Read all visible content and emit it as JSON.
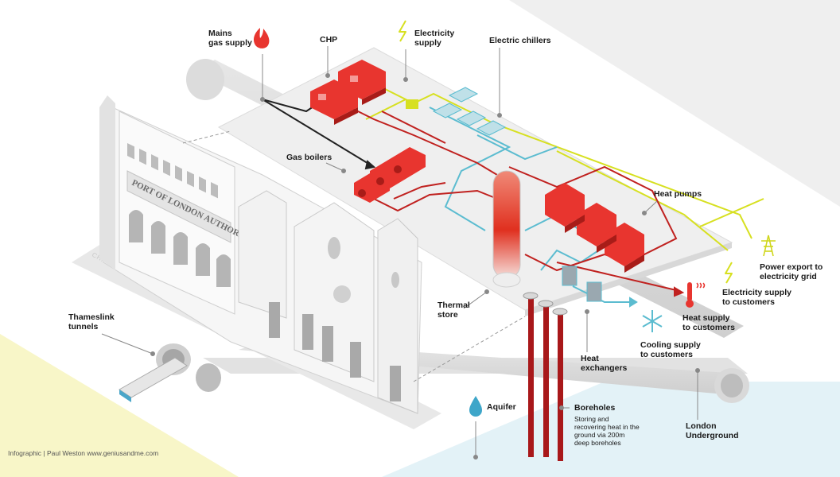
{
  "colors": {
    "heat": "#c0211f",
    "equipment": "#e8352f",
    "electric": "#d7e021",
    "cooling": "#5bbcd0",
    "gas": "#222222",
    "water": "#3ea6c9"
  },
  "labels": {
    "mains_gas": "Mains\ngas supply",
    "chp": "CHP",
    "electricity_supply": "Electricity\nsupply",
    "electric_chillers": "Electric chillers",
    "gas_boilers": "Gas boilers",
    "heat_pumps": "Heat pumps",
    "power_export": "Power export to\nelectricity grid",
    "electricity_customers": "Electricity supply\nto customers",
    "heat_supply": "Heat supply\nto customers",
    "cooling_supply": "Cooling supply\nto customers",
    "thermal_store": "Thermal\nstore",
    "heat_exchangers": "Heat\nexchangers",
    "thameslink": "Thameslink\ntunnels",
    "aquifer": "Aquifer",
    "boreholes": "Boreholes",
    "boreholes_desc": "Storing and\nrecovering heat in the\nground via 200m\ndeep boreholes",
    "london_underground": "London\nUnderground",
    "building_sign": "PORT OF LONDON AUTHORITY",
    "street": "CHARTERHOUSE STREET",
    "credit": "Infographic | Paul Weston  www.geniusandme.com"
  },
  "icons": [
    "flame-icon",
    "lightning-icon",
    "pylon-icon",
    "thermometer-icon",
    "snowflake-icon",
    "water-drop-icon"
  ]
}
